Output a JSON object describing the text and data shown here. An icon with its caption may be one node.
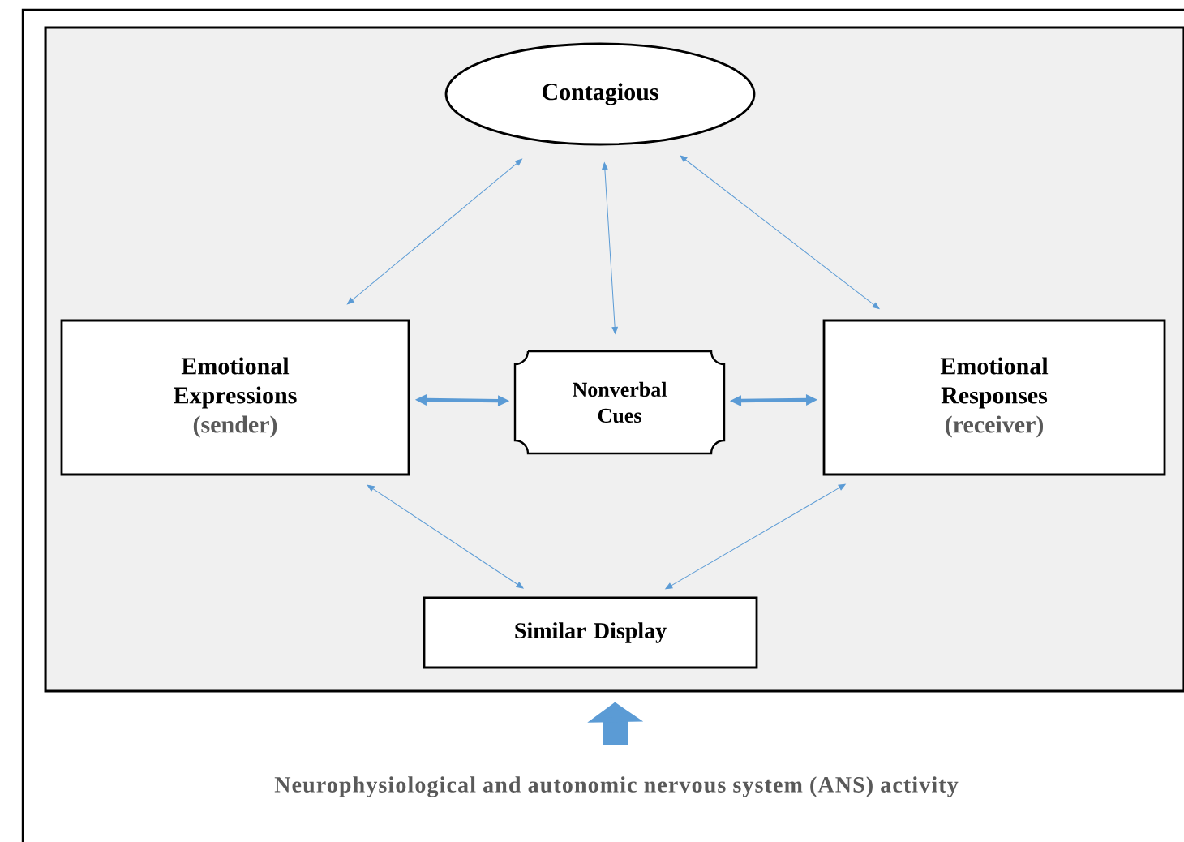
{
  "diagram": {
    "nodes": [
      {
        "text": [],
        "shape": "box"
      },
      {
        "text": [
          "Contagious"
        ],
        "in": 0
      },
      {
        "text": [
          "Emotional Expressions",
          "(sender)"
        ],
        "in": 0
      },
      {
        "text": [
          "Nonverbal Cues"
        ],
        "in": 0
      },
      {
        "text": [
          "Emotional Responses",
          "(receiver)"
        ],
        "in": 0
      },
      {
        "text": [
          "Similar Display"
        ],
        "in": 0
      },
      {
        "text": [
          "Neurophysiological and autonomic nervous system (ANS) activity"
        ]
      }
    ],
    "edges": [
      {
        "from": 1,
        "to": 2,
        "arrow": "both"
      },
      {
        "from": 1,
        "to": 3,
        "arrow": "both"
      },
      {
        "from": 1,
        "to": 4,
        "arrow": "both"
      },
      {
        "from": 2,
        "to": 3,
        "arrow": "both",
        "style": "thick"
      },
      {
        "from": 3,
        "to": 4,
        "arrow": "both",
        "style": "thick"
      },
      {
        "from": 2,
        "to": 5,
        "arrow": "both"
      },
      {
        "from": 4,
        "to": 5,
        "arrow": "both"
      },
      {
        "from": 6,
        "to": 0,
        "arrow": "to",
        "style": "thick"
      }
    ]
  }
}
